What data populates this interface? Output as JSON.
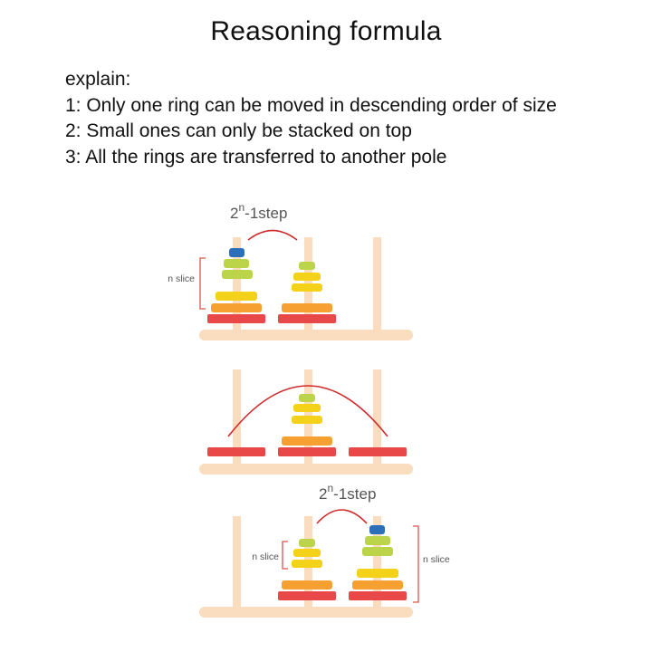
{
  "title": "Reasoning formula",
  "explain": {
    "heading": "explain:",
    "rules": [
      "1: Only one ring can be moved in descending order of size",
      "2: Small ones can only be stacked on top",
      "3: All the rings are transferred to another pole"
    ]
  },
  "labels": {
    "step_base": "2",
    "step_exp": "n",
    "step_suffix": "-1step",
    "slice": "n slice"
  },
  "colors": {
    "wood": "#fadcbf",
    "red": "#e94848",
    "orange": "#f5a030",
    "yellow": "#f5d21a",
    "lime": "#bcd44a",
    "blue": "#2a6fb8",
    "arc": "#cf2a2a",
    "bracket": "#d9534f"
  }
}
